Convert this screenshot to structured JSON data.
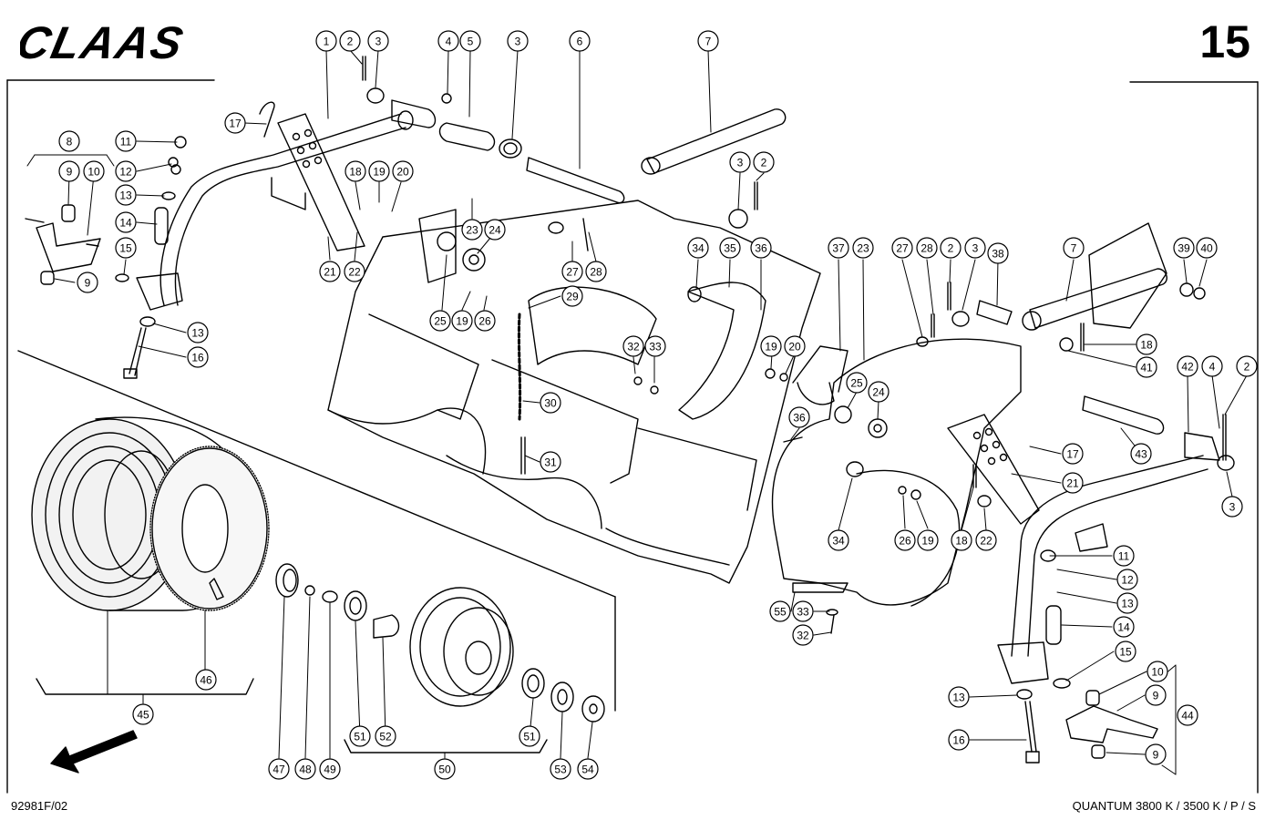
{
  "brand": "CLAAS",
  "page_number": "15",
  "drawing_ref": "92981F/02",
  "model": "QUANTUM 3800 K / 3500 K / P / S",
  "callouts": [
    {
      "id": "c1",
      "label": "1"
    },
    {
      "id": "c2a",
      "label": "2"
    },
    {
      "id": "c3a",
      "label": "3"
    },
    {
      "id": "c4a",
      "label": "4"
    },
    {
      "id": "c5",
      "label": "5"
    },
    {
      "id": "c3b",
      "label": "3"
    },
    {
      "id": "c6",
      "label": "6"
    },
    {
      "id": "c7a",
      "label": "7"
    },
    {
      "id": "c17a",
      "label": "17"
    },
    {
      "id": "c8",
      "label": "8"
    },
    {
      "id": "c9a",
      "label": "9"
    },
    {
      "id": "c10a",
      "label": "10"
    },
    {
      "id": "c11a",
      "label": "11"
    },
    {
      "id": "c12a",
      "label": "12"
    },
    {
      "id": "c13a",
      "label": "13"
    },
    {
      "id": "c14a",
      "label": "14"
    },
    {
      "id": "c15a",
      "label": "15"
    },
    {
      "id": "c9b",
      "label": "9"
    },
    {
      "id": "c13b",
      "label": "13"
    },
    {
      "id": "c16a",
      "label": "16"
    },
    {
      "id": "c18a",
      "label": "18"
    },
    {
      "id": "c19a",
      "label": "19"
    },
    {
      "id": "c20a",
      "label": "20"
    },
    {
      "id": "c21a",
      "label": "21"
    },
    {
      "id": "c22a",
      "label": "22"
    },
    {
      "id": "c23a",
      "label": "23"
    },
    {
      "id": "c24a",
      "label": "24"
    },
    {
      "id": "c27a",
      "label": "27"
    },
    {
      "id": "c28a",
      "label": "28"
    },
    {
      "id": "c29",
      "label": "29"
    },
    {
      "id": "c25a",
      "label": "25"
    },
    {
      "id": "c19b",
      "label": "19"
    },
    {
      "id": "c26a",
      "label": "26"
    },
    {
      "id": "c30",
      "label": "30"
    },
    {
      "id": "c31",
      "label": "31"
    },
    {
      "id": "c32a",
      "label": "32"
    },
    {
      "id": "c33a",
      "label": "33"
    },
    {
      "id": "c34a",
      "label": "34"
    },
    {
      "id": "c35",
      "label": "35"
    },
    {
      "id": "c36a",
      "label": "36"
    },
    {
      "id": "c3c",
      "label": "3"
    },
    {
      "id": "c2b",
      "label": "2"
    },
    {
      "id": "c37",
      "label": "37"
    },
    {
      "id": "c23b",
      "label": "23"
    },
    {
      "id": "c27b",
      "label": "27"
    },
    {
      "id": "c28b",
      "label": "28"
    },
    {
      "id": "c2c",
      "label": "2"
    },
    {
      "id": "c3d",
      "label": "3"
    },
    {
      "id": "c38",
      "label": "38"
    },
    {
      "id": "c7b",
      "label": "7"
    },
    {
      "id": "c39",
      "label": "39"
    },
    {
      "id": "c40",
      "label": "40"
    },
    {
      "id": "c18b",
      "label": "18"
    },
    {
      "id": "c41",
      "label": "41"
    },
    {
      "id": "c19c",
      "label": "19"
    },
    {
      "id": "c20b",
      "label": "20"
    },
    {
      "id": "c25b",
      "label": "25"
    },
    {
      "id": "c24b",
      "label": "24"
    },
    {
      "id": "c36b",
      "label": "36"
    },
    {
      "id": "c42",
      "label": "42"
    },
    {
      "id": "c4b",
      "label": "4"
    },
    {
      "id": "c2d",
      "label": "2"
    },
    {
      "id": "c43",
      "label": "43"
    },
    {
      "id": "c17b",
      "label": "17"
    },
    {
      "id": "c21b",
      "label": "21"
    },
    {
      "id": "c3e",
      "label": "3"
    },
    {
      "id": "c26b",
      "label": "26"
    },
    {
      "id": "c19d",
      "label": "19"
    },
    {
      "id": "c34b",
      "label": "34"
    },
    {
      "id": "c18c",
      "label": "18"
    },
    {
      "id": "c22b",
      "label": "22"
    },
    {
      "id": "c11b",
      "label": "11"
    },
    {
      "id": "c12b",
      "label": "12"
    },
    {
      "id": "c13c",
      "label": "13"
    },
    {
      "id": "c14b",
      "label": "14"
    },
    {
      "id": "c15b",
      "label": "15"
    },
    {
      "id": "c10b",
      "label": "10"
    },
    {
      "id": "c9c",
      "label": "9"
    },
    {
      "id": "c44",
      "label": "44"
    },
    {
      "id": "c13d",
      "label": "13"
    },
    {
      "id": "c16b",
      "label": "16"
    },
    {
      "id": "c9d",
      "label": "9"
    },
    {
      "id": "c55",
      "label": "55"
    },
    {
      "id": "c33b",
      "label": "33"
    },
    {
      "id": "c32b",
      "label": "32"
    },
    {
      "id": "c47",
      "label": "47"
    },
    {
      "id": "c48",
      "label": "48"
    },
    {
      "id": "c49",
      "label": "49"
    },
    {
      "id": "c51a",
      "label": "51"
    },
    {
      "id": "c52",
      "label": "52"
    },
    {
      "id": "c50",
      "label": "50"
    },
    {
      "id": "c51b",
      "label": "51"
    },
    {
      "id": "c53",
      "label": "53"
    },
    {
      "id": "c54",
      "label": "54"
    },
    {
      "id": "c46",
      "label": "46"
    },
    {
      "id": "c45",
      "label": "45"
    }
  ]
}
